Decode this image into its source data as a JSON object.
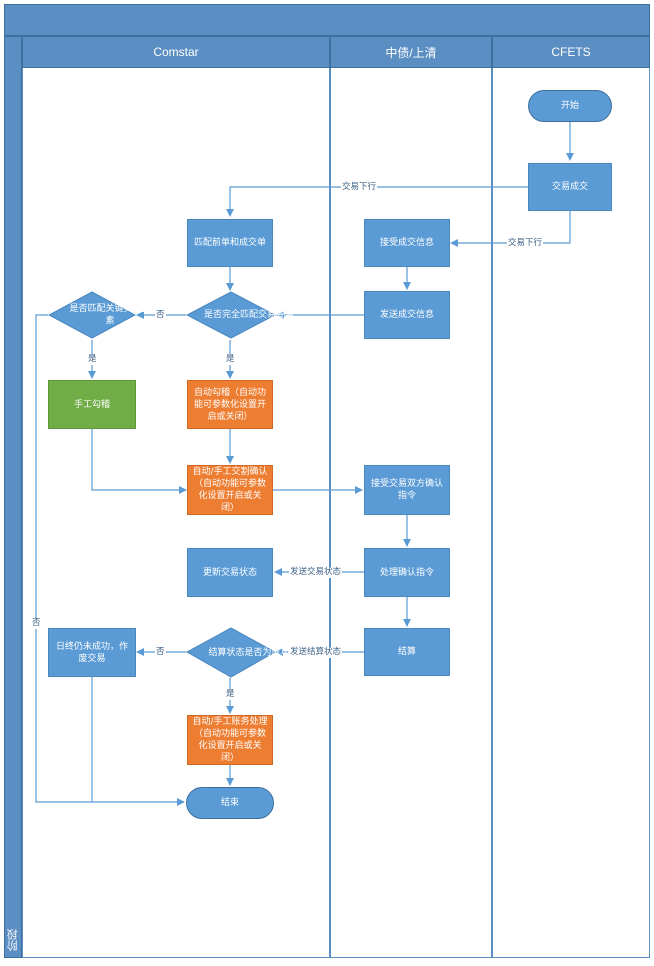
{
  "phase_label": "阶段",
  "lanes": {
    "comstar": "Comstar",
    "depository": "中债/上清",
    "cfets": "CFETS"
  },
  "nodes": {
    "start": "开始",
    "trade_done": "交易成交",
    "match_deal": "匹配前单和成交单",
    "receive_trade": "接受成交信息",
    "send_trade": "发送成交信息",
    "full_match_q": "是否完全匹配交易要素",
    "key_match_q": "是否匹配关键交易要素",
    "manual_check": "手工勾稽",
    "auto_check": "自动勾稽（自动功能可参数化设置开启或关闭）",
    "auto_confirm": "自动/手工交割确认（自动功能可参数化设置开启或关闭）",
    "receive_confirm": "接受交易双方确认指令",
    "process_confirm": "处理确认指令",
    "update_status": "更新交易状态",
    "settle": "结算",
    "settle_q": "结算状态是否为成功",
    "day_end_fail": "日终仍未成功，作废交易",
    "auto_account": "自动/手工账务处理（自动功能可参数化设置开启或关闭）",
    "end": "结束"
  },
  "edges": {
    "trade_down_1": "交易下行",
    "trade_down_2": "交易下行",
    "no_1": "否",
    "yes_1": "是",
    "yes_2": "是",
    "send_trade_status": "发送交易状态",
    "send_settle_status": "发送结算状态",
    "no_2": "否",
    "no_3": "否",
    "yes_3": "是"
  },
  "colors": {
    "lane_header": "#5b8ec2",
    "process": "#5b9bd5",
    "auto": "#ed7d31",
    "manual": "#70ad47",
    "line": "#5b9bd5"
  }
}
